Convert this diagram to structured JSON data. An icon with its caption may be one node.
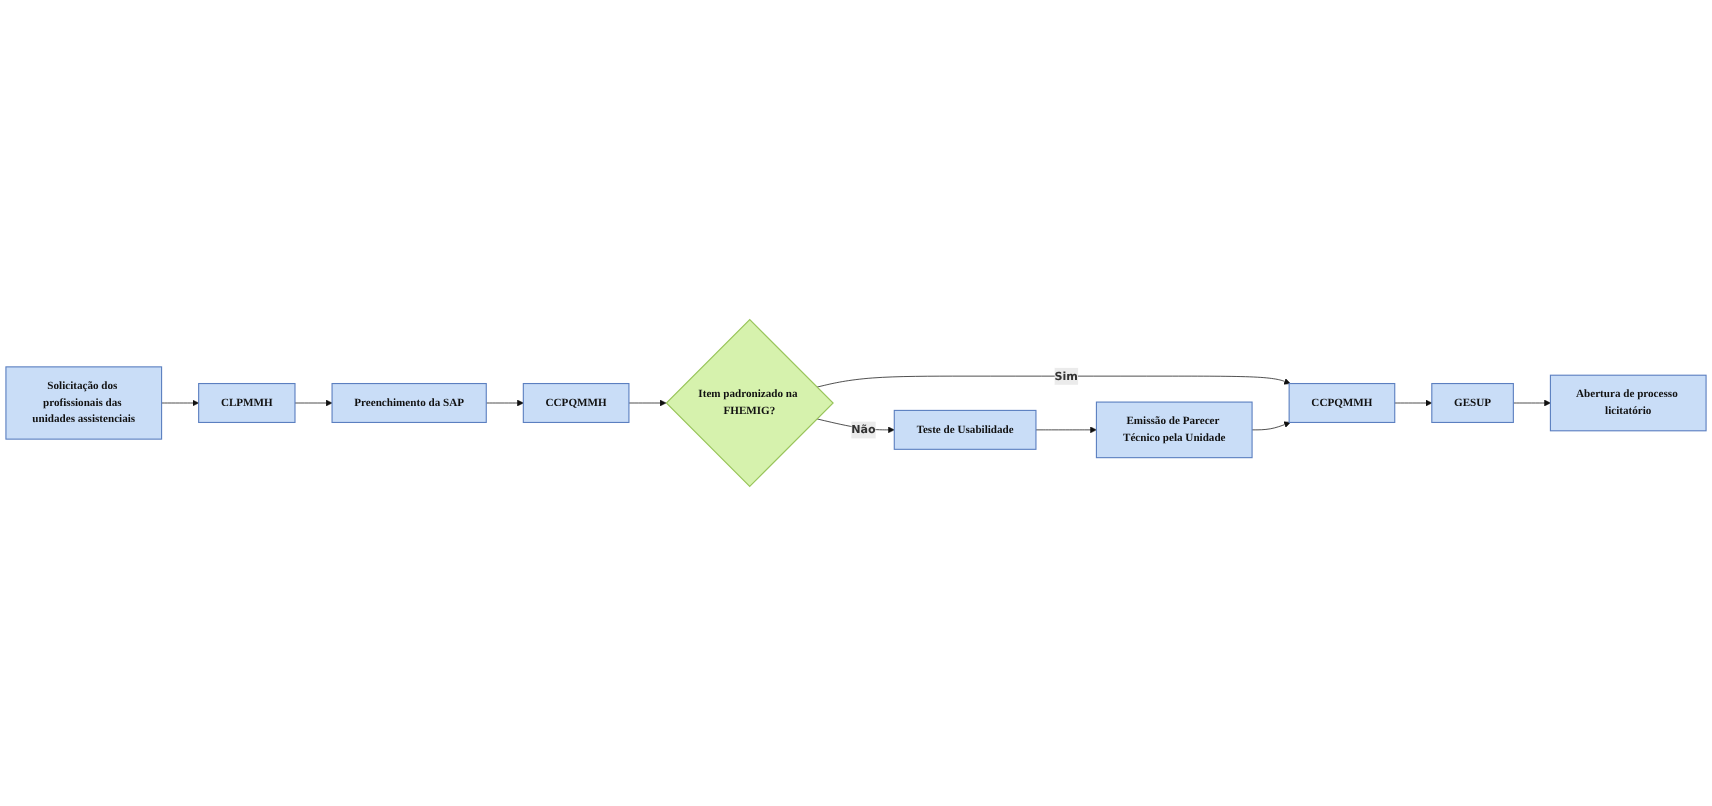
{
  "diagram": {
    "nodes": [
      {
        "text": [
          "Solicitação dos profissionais das unidades assistenciais"
        ]
      },
      {
        "text": [
          "CLPMMH"
        ]
      },
      {
        "text": [
          "Preenchimento da SAP"
        ]
      },
      {
        "text": [
          "CCPQMMH"
        ]
      },
      {
        "text": [
          "Item padronizado na FHEMIG?"
        ]
      },
      {
        "text": [
          "Teste de Usabilidade"
        ]
      },
      {
        "text": [
          "Emissão de Parecer Técnico pela Unidade"
        ]
      },
      {
        "text": [
          "CCPQMMH"
        ]
      },
      {
        "text": [
          "GESUP"
        ]
      },
      {
        "text": [
          "Abertura de processo licitatório"
        ]
      }
    ],
    "edges": [
      {
        "from": 0,
        "to": 1,
        "arrow": "to"
      },
      {
        "from": 1,
        "to": 2,
        "arrow": "to"
      },
      {
        "from": 2,
        "to": 3,
        "arrow": "to"
      },
      {
        "from": 3,
        "to": 4,
        "arrow": "to"
      },
      {
        "from": 4,
        "to": 7,
        "arrow": "to",
        "label": "Sim"
      },
      {
        "from": 4,
        "to": 5,
        "arrow": "to",
        "label": "Não"
      },
      {
        "from": 5,
        "to": 6,
        "arrow": "to"
      },
      {
        "from": 6,
        "to": 7,
        "arrow": "to"
      },
      {
        "from": 7,
        "to": 8,
        "arrow": "to"
      },
      {
        "from": 8,
        "to": 9,
        "arrow": "to"
      }
    ]
  }
}
